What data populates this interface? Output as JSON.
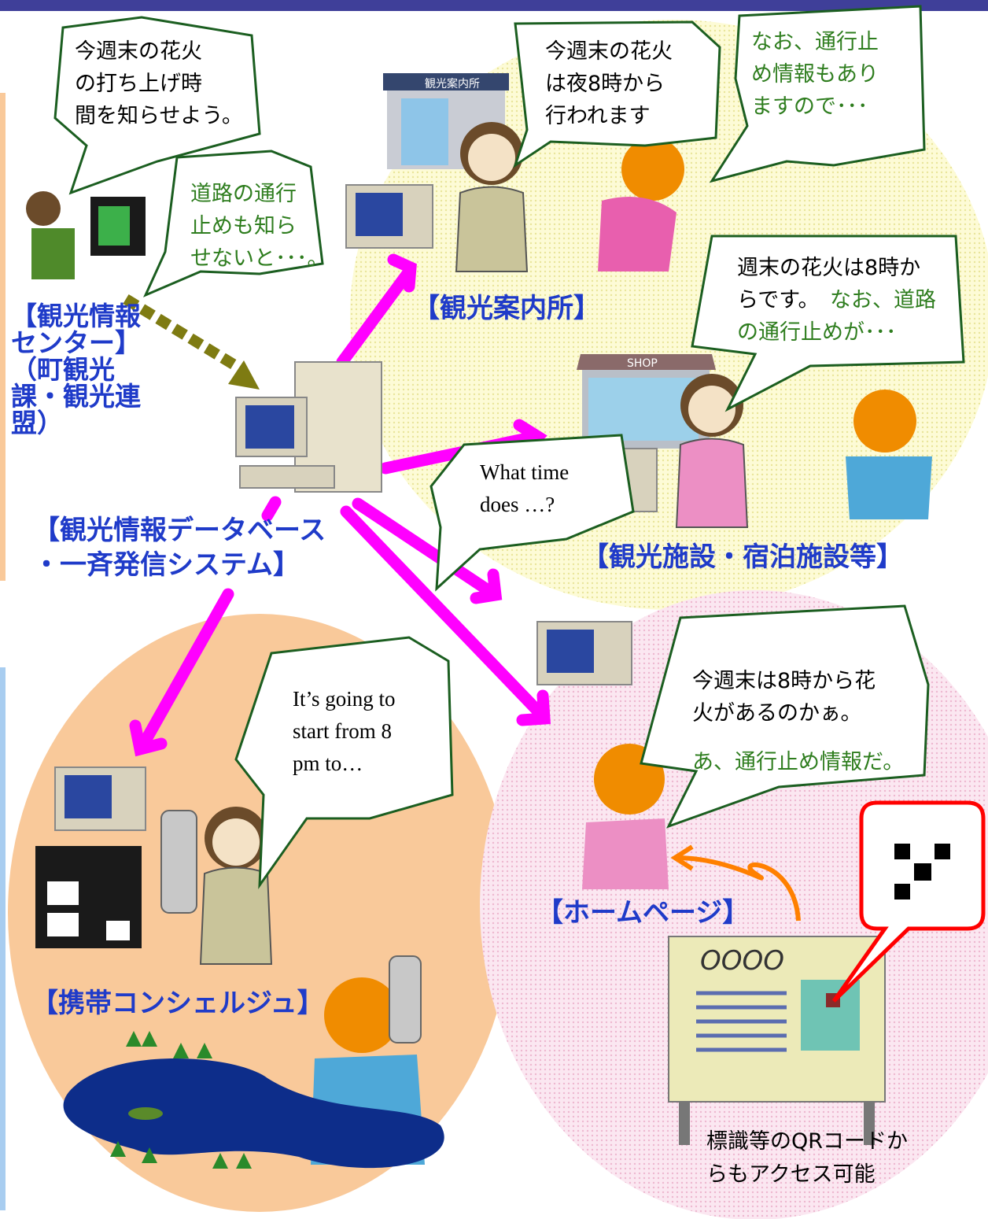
{
  "colors": {
    "accent": "#3f3f99",
    "label_blue": "#1f3bc9",
    "arrow_magenta": "#ff00ff",
    "bubble_border": "#1b5e20",
    "green_text": "#2e7d1e",
    "yellow_zone": "#fbf8c4",
    "peach_zone": "#f9c99a",
    "pink_zone": "#f9dcea"
  },
  "bubbles": {
    "center_main": "今週末の花火\nの打ち上げ時\n間を知らせよう。",
    "center_sub": "道路の通行\n止めも知ら\nせないと･･･。",
    "office_main": "今週末の花火\nは夜8時から\n行われます",
    "office_sub": "なお、通行止\nめ情報もあり\nますので･･･",
    "facility_main": "週末の花火は8時か\nらです。",
    "facility_green_1": "なお、道路",
    "facility_green_2": "の通行止めが･･･",
    "homepage_main": "今週末は8時から花\n火があるのかぁ。",
    "homepage_green": "あ、通行止め情報だ。",
    "mobile_en": "It’s going to\nstart from 8\npm to…",
    "tourist_en": "What time\ndoes …?"
  },
  "labels": {
    "info_center": "【観光情報\nセンター】\n（町観光\n課・観光連\n盟）",
    "database": "【観光情報データベース\n・一斉発信システム】",
    "tourist_office": "【観光案内所】",
    "facilities": "【観光施設・宿泊施設等】",
    "homepage": "【ホームページ】",
    "mobile": "【携帯コンシェルジュ】"
  },
  "signs": {
    "office_sign": "観光案内所",
    "shop_sign": "SHOP",
    "board_title": "OOOO"
  },
  "notes": {
    "qr_note": "標識等のQRコードか\nらもアクセス可能"
  }
}
